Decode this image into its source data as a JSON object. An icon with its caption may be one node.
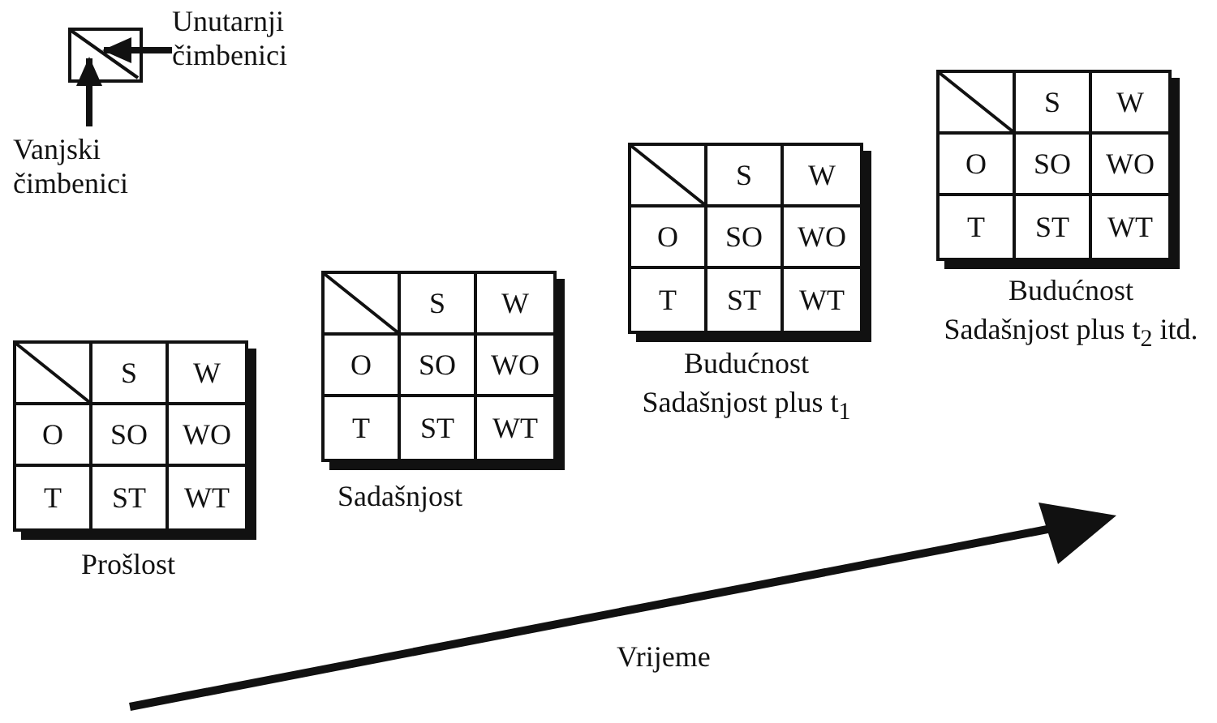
{
  "diagram": {
    "nodes": [
      {
        "text": [],
        "shape": "box"
      },
      {
        "text": [
          "Unutarnji čimbenici"
        ]
      },
      {
        "text": [
          "Vanjski čimbenici"
        ]
      },
      {
        "text": [
          "S",
          "W",
          "O",
          "SO",
          "WO",
          "T",
          "ST",
          "WT"
        ],
        "beside": [
          "Prošlost"
        ]
      },
      {
        "text": [
          "S",
          "W",
          "O",
          "SO",
          "WO",
          "T",
          "ST",
          "WT"
        ],
        "beside": [
          "Sadašnjost"
        ]
      },
      {
        "text": [
          "S",
          "W",
          "O",
          "SO",
          "WO",
          "T",
          "ST",
          "WT"
        ],
        "beside": [
          "Budućnost",
          "Sadašnjost plus t$_{1}$"
        ]
      },
      {
        "text": [
          "S",
          "W",
          "O",
          "SO",
          "WO",
          "T",
          "ST",
          "WT"
        ],
        "beside": [
          "Budućnost",
          "Sadašnjost plus t$_{2}$ itd."
        ]
      }
    ],
    "edges": [
      {
        "from": 1,
        "to": 0,
        "arrow": "to"
      },
      {
        "from": 2,
        "to": 0,
        "arrow": "to"
      }
    ],
    "labels": [
      "Vrijeme"
    ]
  }
}
